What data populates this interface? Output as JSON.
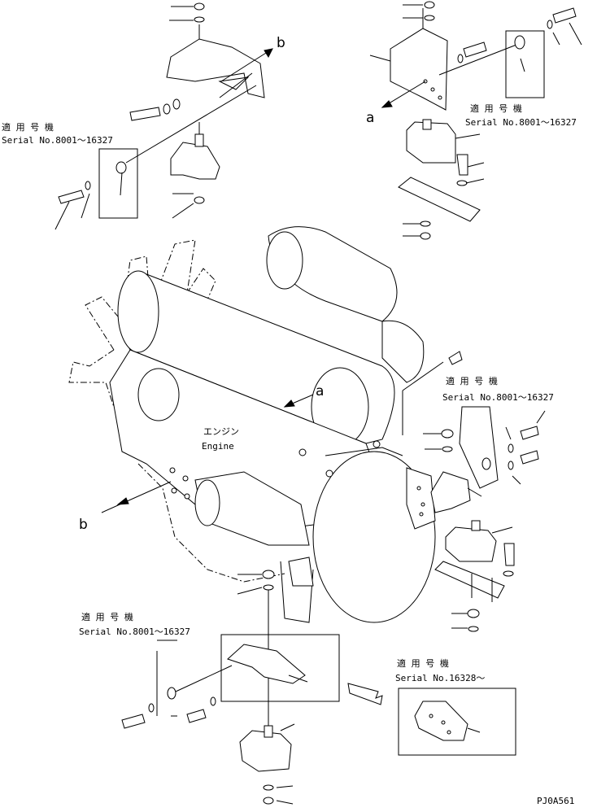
{
  "drawing_code": "PJ0A561",
  "engine_label_jp": "エンジン",
  "engine_label_en": "Engine",
  "serial_notes": [
    {
      "title": "適 用 号 機",
      "serial": "Serial No.8001～16327"
    },
    {
      "title": "適 用 号 機",
      "serial": "Serial No.8001～16327"
    },
    {
      "title": "適 用 号 機",
      "serial": "Serial No.8001～16327"
    },
    {
      "title": "適 用 号 機",
      "serial": "Serial No.8001～16327"
    },
    {
      "title": "適 用 号 機",
      "serial": "Serial No.16328～"
    }
  ],
  "view_markers": {
    "a": "a",
    "b": "b"
  }
}
